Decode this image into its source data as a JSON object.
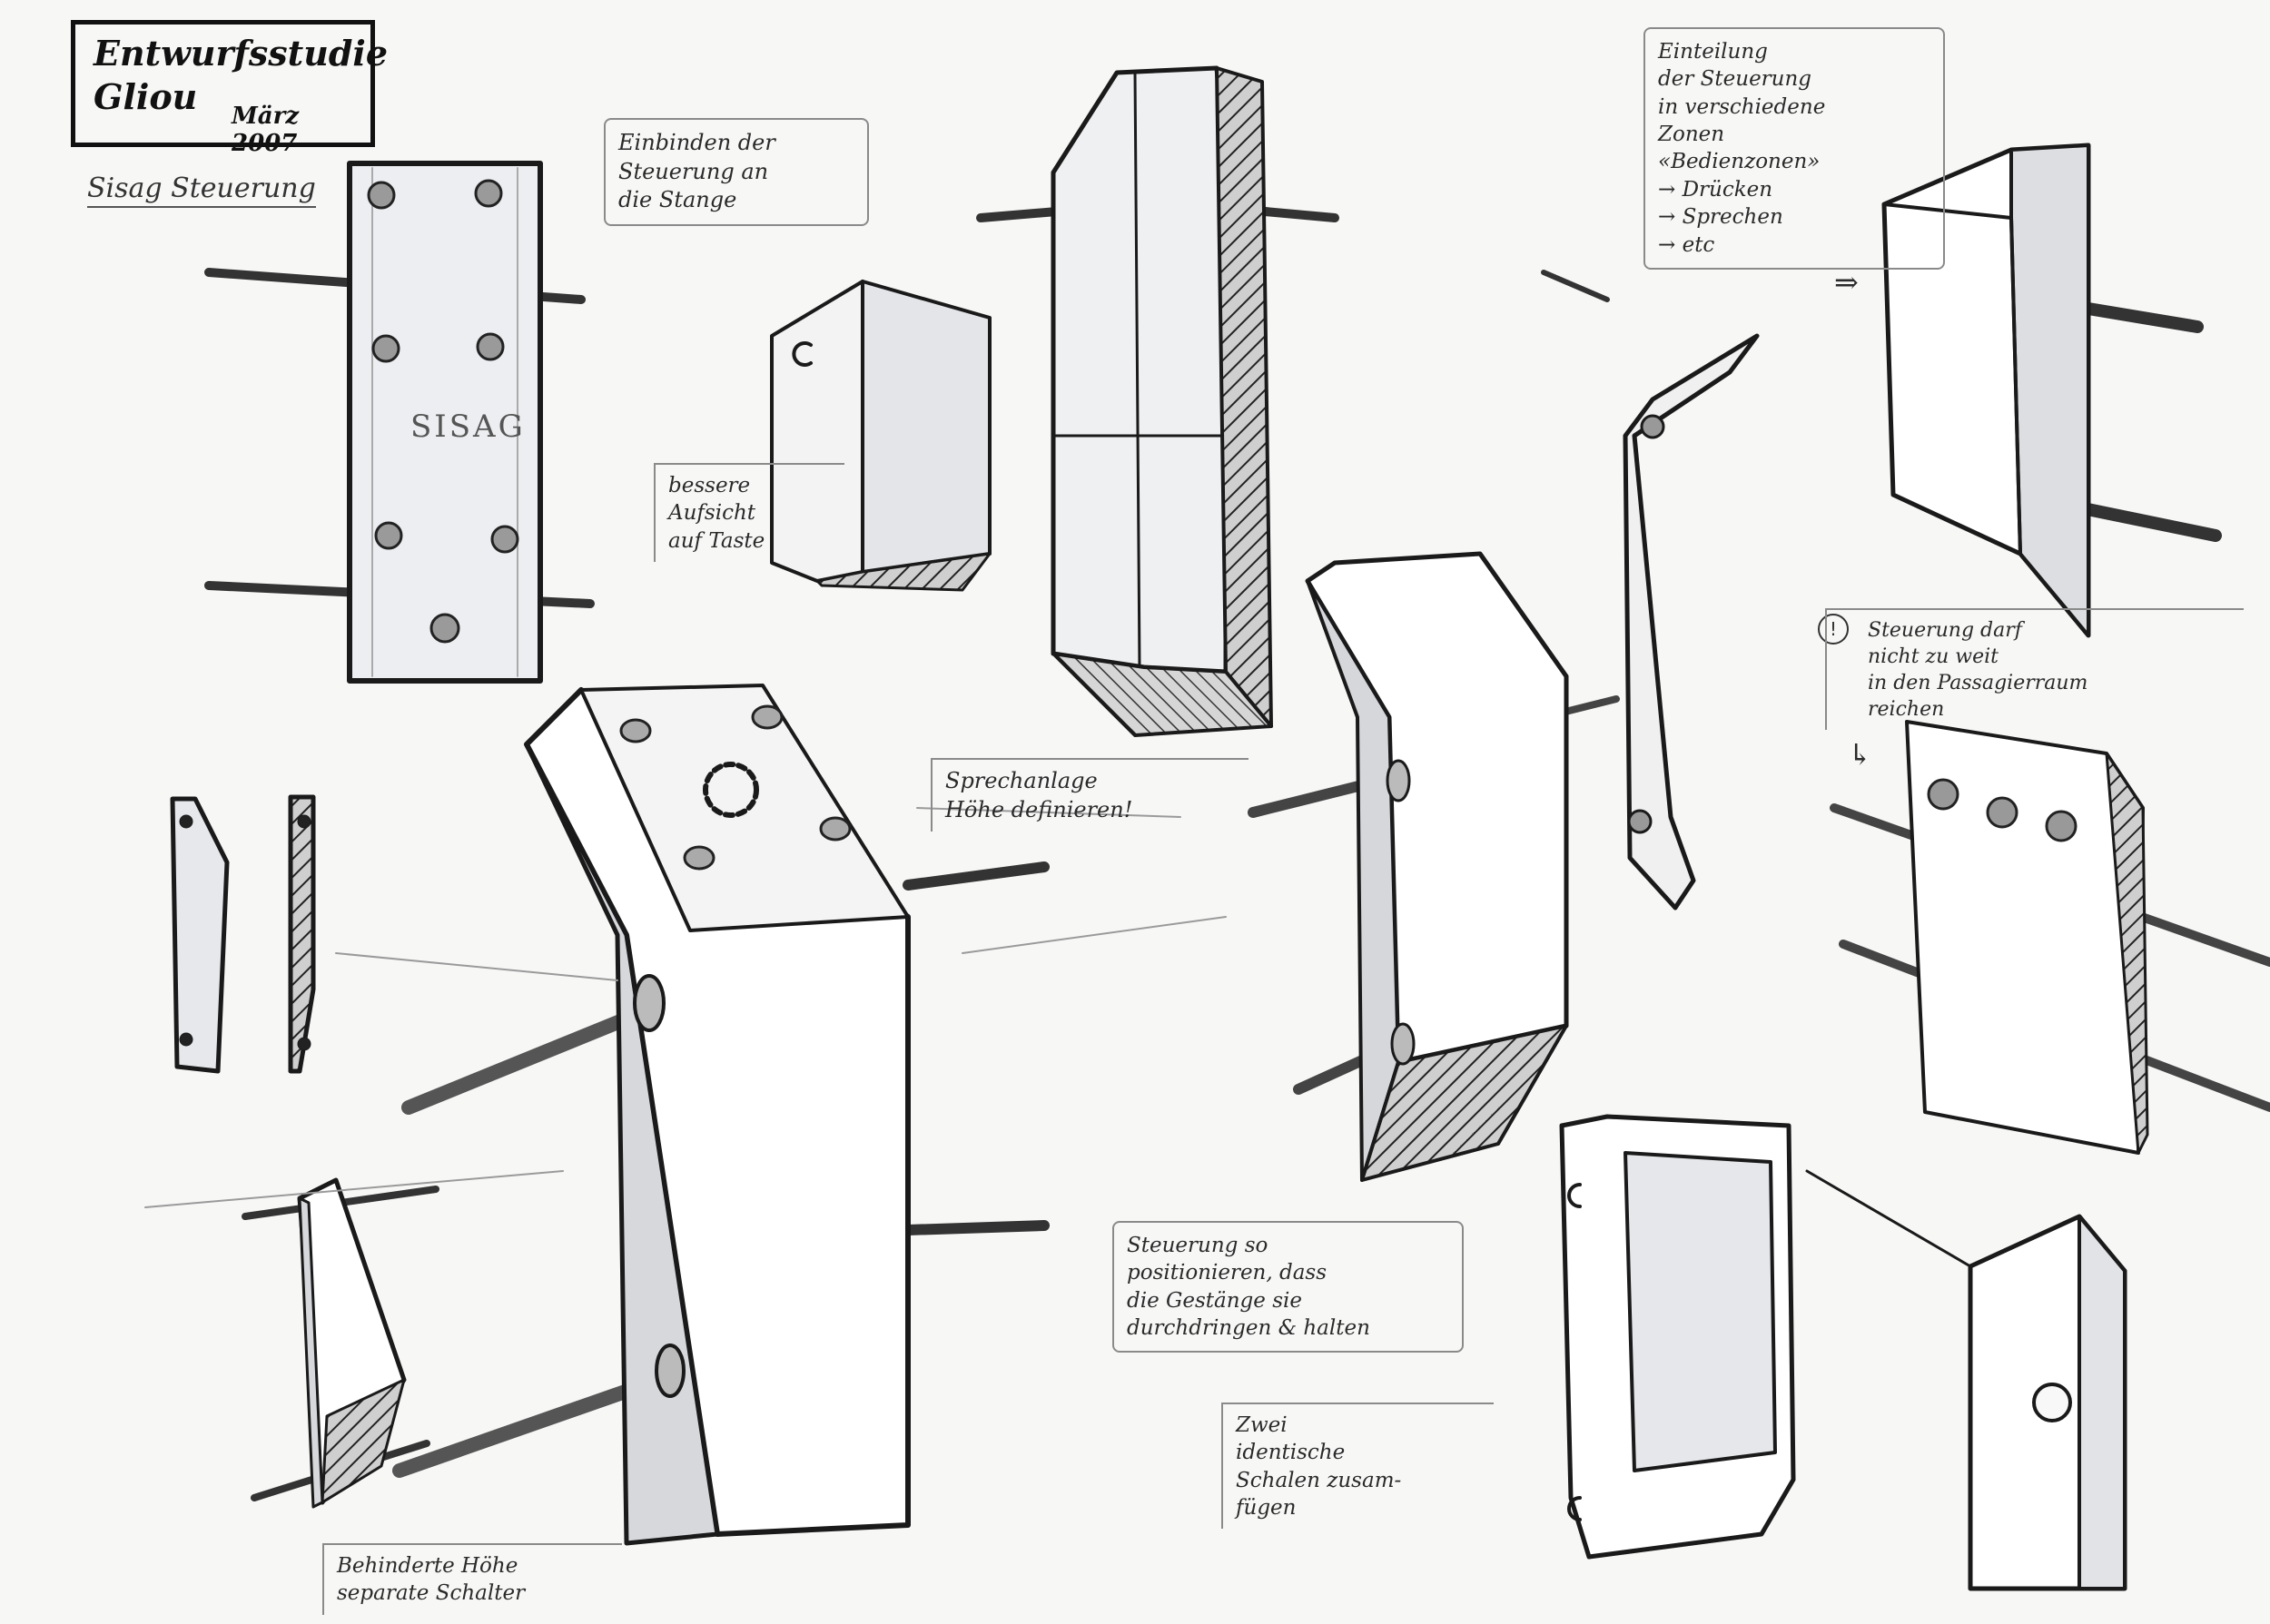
{
  "title": {
    "heading": "Entwurfsstudie\nGliou",
    "date": "März 2007"
  },
  "subtitle": "Sisag Steuerung",
  "engraving": "SISAG",
  "annotations": {
    "einbinden": "Einbinden der\nSteuerung an\ndie Stange",
    "einteilung": "Einteilung\nder Steuerung\nin verschiedene\nZonen\n«Bedienzonen»\n→ Drücken\n→ Sprechen\n→ etc",
    "bessere_aufsicht": "bessere\nAufsicht\nauf Taste",
    "sprechanlage": "Sprechanlage\nHöhe definieren!",
    "warnung": "Steuerung darf\nnicht zu weit\nin den Passagierraum\nreichen",
    "positionieren": "Steuerung so\npositionieren, dass\ndie Gestänge sie\ndurchdringen & halten",
    "zwei_schalen": "Zwei\nidentische\nSchalen zusam-\nfügen",
    "behinderte": "Behinderte Höhe\nseparate Schalter"
  },
  "icons": [
    "warning-icon",
    "arrow-right-icon",
    "arrow-down-icon"
  ],
  "colors": {
    "ink": "#1a1a1a",
    "pencil": "#8a8a8a",
    "marker_shade": "#d4d6db",
    "paper": "#f7f7f6"
  }
}
